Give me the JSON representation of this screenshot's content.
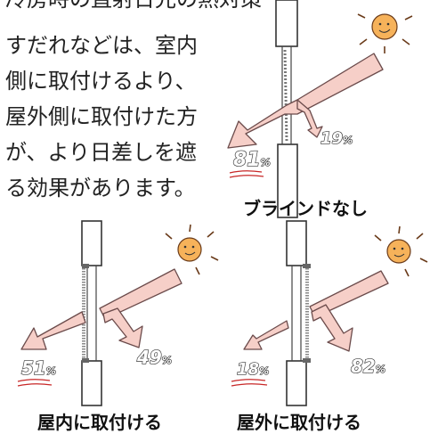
{
  "text_lines": [
    "冷房時の直射日光の熱対策",
    "すだれなどは、室内",
    "側に取付けるより、",
    "屋外側に取付けた方",
    "が、より日差しを遮",
    "る効果があります。"
  ],
  "panels": {
    "none": {
      "caption": "ブラインドなし",
      "inside_value": "81",
      "outside_value": "19"
    },
    "indoor": {
      "caption": "屋内に取付ける",
      "inside_value": "51",
      "outside_value": "49"
    },
    "outdoor": {
      "caption": "屋外に取付ける",
      "inside_value": "18",
      "outside_value": "82"
    }
  },
  "percent_symbol": "%",
  "colors": {
    "arrow_fill": "#f6cfc8",
    "arrow_stroke": "#6b4b4b",
    "sun_fill": "#f6b25a",
    "sun_ray": "#6a3b1a",
    "underline": "#c82828",
    "blind": "#8a8a8a"
  }
}
